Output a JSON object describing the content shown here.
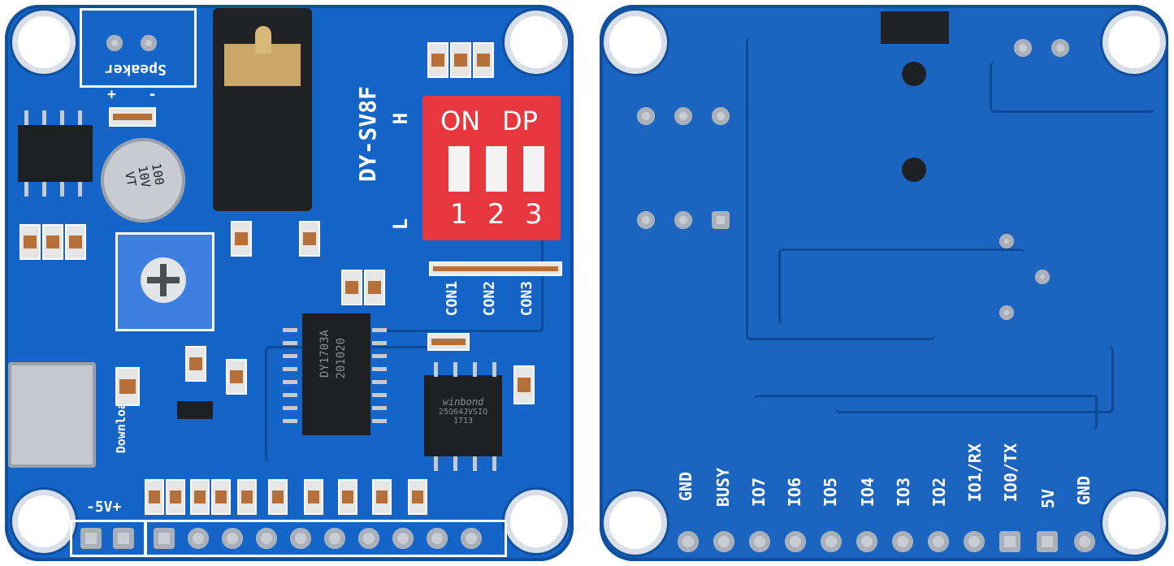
{
  "front": {
    "speaker_label": "Speaker",
    "model_label": "DY-SV8F",
    "level_high": "H",
    "level_low": "L",
    "dip_on": "ON",
    "dip_dp": "DP",
    "dip_numbers": [
      "1",
      "2",
      "3"
    ],
    "con_labels": [
      "CON1",
      "CON2",
      "CON3"
    ],
    "chip_main": [
      "DY1703A",
      "201020"
    ],
    "chip_flash": [
      "winbond",
      "25Q64JVSIQ",
      "1713"
    ],
    "cap_text": [
      "100",
      "10V",
      "VT"
    ],
    "download_label": "Download",
    "power_label": "-5V+",
    "plus_minus": [
      "+",
      "-"
    ]
  },
  "back": {
    "pin_labels": [
      "GND",
      "BUSY",
      "IO7",
      "IO6",
      "IO5",
      "IO4",
      "IO3",
      "IO2",
      "IO1/RX",
      "IO0/TX",
      "5V",
      "GND"
    ]
  },
  "colors": {
    "pcb_blue": "#1565c8",
    "dip_red": "#e8383f",
    "silkscreen": "#ffffff"
  }
}
